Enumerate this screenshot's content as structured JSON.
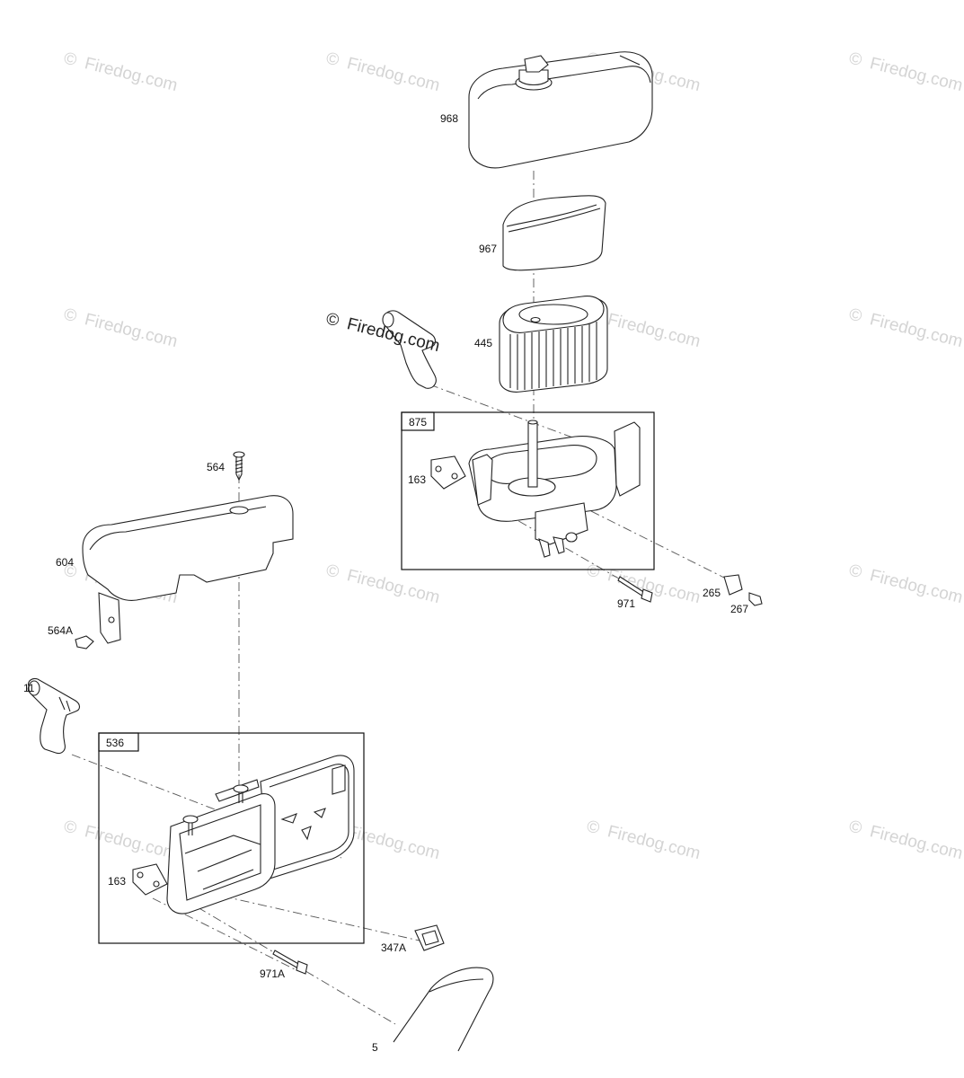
{
  "watermark": {
    "text": "Firedog.com",
    "symbol": "©"
  },
  "boxes": {
    "upper": "875",
    "lower": "536"
  },
  "labels": {
    "p968": "968",
    "p967": "967",
    "p445": "445",
    "p163_upper": "163",
    "p971": "971",
    "p265": "265",
    "p267": "267",
    "p564": "564",
    "p604": "604",
    "p564A": "564A",
    "p11": "11",
    "p163_lower": "163",
    "p347A": "347A",
    "p971A": "971A",
    "p5": "5"
  },
  "colors": {
    "line": "#222222",
    "watermark_light": "#d4d4d4",
    "watermark_dark": "#222222"
  }
}
